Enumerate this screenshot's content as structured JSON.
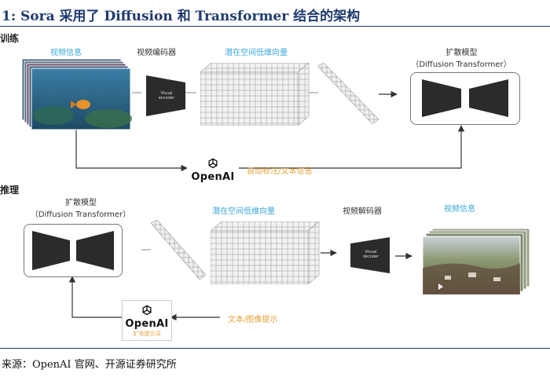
{
  "title": "1: Sora 采用了 Diffusion 和 Transformer 结合的架构",
  "training": {
    "section_label": "训练",
    "video_info_label": "视频信息",
    "encoder_label": "视频编码器",
    "encoder_box_text": "Visual encoder",
    "latent_label": "潜在空间低维向量",
    "model_label_line1": "扩散模型",
    "model_label_line2": "（Diffusion Transformer）",
    "openai_text": "OpenAI",
    "auto_label": "自动标注/文本信息"
  },
  "inference": {
    "section_label": "推理",
    "model_label_line1": "扩散模型",
    "model_label_line2": "（Diffusion Transformer）",
    "latent_label": "潜在空间低维向量",
    "decoder_label": "视频解码器",
    "decoder_box_text": "Visual decoder",
    "video_info_label": "视频信息",
    "openai_text": "OpenAI",
    "openai_sub": "扩充提示词",
    "prompt_label": "文本/图像提示"
  },
  "source": "来源：OpenAI 官网、开源证券研究所",
  "colors": {
    "title": "#1f3a6e",
    "blue_label": "#3aa6d8",
    "orange_label": "#e2a23a",
    "dark_box": "#2b2b2b"
  }
}
